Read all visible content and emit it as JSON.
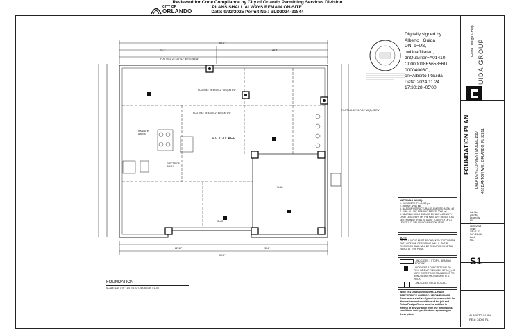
{
  "stamp_header": {
    "line1": "Reviewed for Code Compliance by City of Orlando Permitting Services Division",
    "line2": "PLANS SHALL ALWAYS REMAIN ON-SITE.",
    "line3": "Date: 9/22/2025 Permit No.: BLD2024-21844"
  },
  "city_logo": {
    "city_of": "CITY OF",
    "orlando": "ORLANDO"
  },
  "digital_signature": {
    "lines": [
      "Digitally signed by",
      "Alberto I Guida",
      "DN: c=US,",
      "o=Unaffiliated,",
      "dnQualifier=A01410",
      "C0000018F565856D",
      "00004006C,",
      "cn=Alberto I Guida",
      "Date: 2024.11.24",
      "17:30:28 -05'00'"
    ]
  },
  "plan": {
    "level_note": "EV. 0'-0\" AFF",
    "title": "FOUNDATION",
    "scale": "SCALE: 1/10 1'=0\" (1/4\" = 1'-0\")  24X36 (1/8\" = 1'-0\")",
    "dims": {
      "top_total": "58'-0\"",
      "top_left": "23'-4\"",
      "top_right": "28'-4\"",
      "bottom_total": "58'-0\"",
      "bottom_left": "22'-10\"",
      "bottom_right": "28'-4\""
    },
    "labels": {
      "footing1": "FOOTING: 24\"x24\"x12\" W/(3) #5 EW",
      "footing2": "FOOTING: 24\"x24\"x12\" W/(3) #5 EW",
      "footing3": "FOOTING: 24\"x24\"x12\" W/(3) #5 EW",
      "footing4": "FOOTING: 24\"x24\"x12\" W/(3) #5 EW",
      "range": "RANGE IN ABOVE",
      "electrical": "ELECTRICAL PANEL",
      "mark1": "SLAB",
      "mark2": "SLAB"
    }
  },
  "materials": {
    "heading": "MATERIALS (U.N.O.):",
    "items": [
      "1. CONCRETE: F'c=3,000 psi",
      "2. REBAR: fy=60 ksi",
      "3. MASONRY STRUCTURAL ELEMENTS: ASTM, #2",
      "4. SOIL: ALLOW. BEARING PRESS. 2000 psf",
      "5. BEARING SOILS SHOULD EXHIBIT A DENSITY OF AT LEAST 95% OF THE MAX. DRY DENSITY AS DETERMINED BY ASTM D1557 TO DEPTH OF AT LEAST 1 FT. BELOW FOUNDATION LEVEL"
    ]
  },
  "note": {
    "heading": "NOTE:",
    "text": "TRUSS LAYOUT MUST BE CHECKED TO CONFIRM THE LOCATION OF BEARING WALLS. THERE THICKENED SLAB WILL BE REQUIRED IN DETAIL 2A (S2) AT THIS PAGE."
  },
  "legend": {
    "items": [
      "- INDICATES 1 STORY - BEARING FOOTING",
      "- INDICATES A CONCRETE FILLED CELL OF 8\"x8\" CMU WALL WITH (1) #5 VERT. CONT. FROM FOUNDATION TO BOND BEAM. PROVIDE A 90 STD. HOOK",
      "- INDICATES GROUTED CELL"
    ]
  },
  "warning": {
    "text": "WRITTEN DIMENSIONS SHALL HAVE PRECEDENCE OVER SCALE DIMENSIONS. Contractors shall verify and be responsible for dimensions and conditions of the job and Guida Design Group must be notified in writing of any variation from the dimensions, conditions and specifications appearing on these plans."
  },
  "title_block": {
    "company_vertical": "Guida Design Group",
    "company_lines": "",
    "logo_text": "UIDA GROUP",
    "sheet_title": "FOUNDATION PLAN",
    "project": "DALA DEVELOPMENT MODEL 1587",
    "address": "402 DANTON AVE., ORLANDO, FL 32811",
    "job_no_label": "Job No.",
    "job_no": "24-7003",
    "drawn_label": "Drawn By:",
    "drawn": "ML",
    "date_label": "Date:",
    "date": "11/20/2024",
    "scale_label": "Scale:",
    "scale1": "1/8\"=1'-0\"",
    "scale2": "1/4\" (24x36)",
    "lot_label": "Lot #:",
    "lot": "N/A",
    "sheet_no": "S1",
    "engineer": "ALBERTO GUIDA",
    "pe": "PE #: 74000 FL"
  }
}
